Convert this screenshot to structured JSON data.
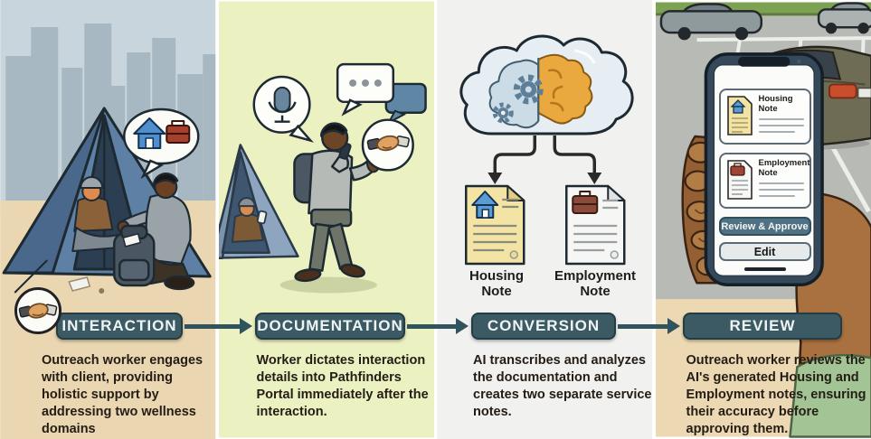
{
  "workflow": {
    "steps": [
      {
        "label": "INTERACTION",
        "description": "Outreach worker engages with client, providing holistic support by addressing two wellness domains",
        "badge_icon": "handshake-icon",
        "scene_icons": [
          "house-icon",
          "briefcase-icon"
        ]
      },
      {
        "label": "DOCUMENTATION",
        "description": "Worker dictates interaction details into Pathfinders Portal immediately after the interaction.",
        "scene_icons": [
          "microphone-icon",
          "chat-dots-icon",
          "handshake-icon"
        ]
      },
      {
        "label": "CONVERSION",
        "description": "AI transcribes and analyzes the documentation and creates two separate service notes.",
        "scene_icons": [
          "cloud-icon",
          "gear-icon",
          "brain-icon"
        ],
        "outputs": [
          {
            "label": "Housing Note",
            "icon": "house-icon"
          },
          {
            "label": "Employment Note",
            "icon": "briefcase-icon"
          }
        ]
      },
      {
        "label": "REVIEW",
        "description": "Outreach worker reviews the AI's generated Housing and Employment notes, ensuring their accuracy before approving them.",
        "phone": {
          "cards": [
            {
              "title": "Housing Note",
              "icon": "house-icon"
            },
            {
              "title": "Employment Note",
              "icon": "briefcase-icon"
            }
          ],
          "buttons": [
            {
              "label": "Review & Approve"
            },
            {
              "label": "Edit"
            }
          ]
        }
      }
    ],
    "colors": {
      "step_banner": "#3c5a64",
      "flow_arrow": "#2f545e",
      "approve_button": "#4f7183",
      "edit_button": "#e6eaeb",
      "housing_paper": "#f2e3a4",
      "employment_paper": "#f7f7f5",
      "brain": "#eaa93e",
      "gear": "#5d7f99",
      "panel_backgrounds": [
        "#ead6b1",
        "#ecf1c2",
        "#f1f1ef",
        "#b8bbb5"
      ]
    }
  }
}
